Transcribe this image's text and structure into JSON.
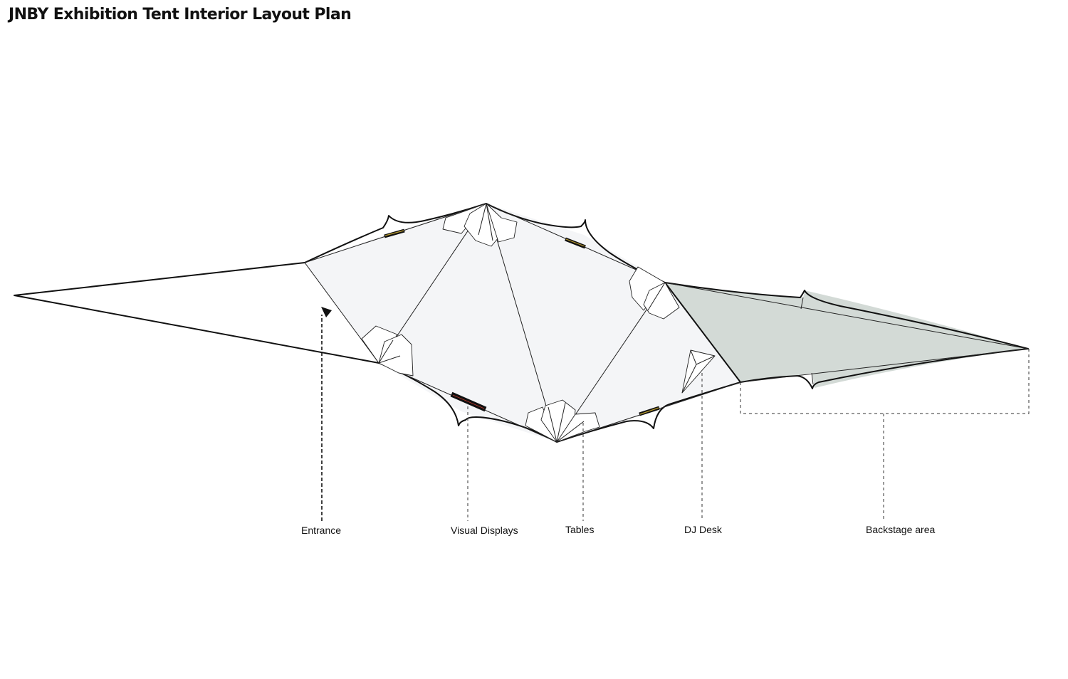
{
  "title": "JNBY Exhibition Tent Interior Layout Plan",
  "colors": {
    "outline": "#111111",
    "interior_fill": "#f4f5f7",
    "backstage_fill": "#d3dad6",
    "display_accent": "#b89a2e"
  },
  "callouts": [
    {
      "label": "Entrance"
    },
    {
      "label": "Visual Displays"
    },
    {
      "label": "Tables"
    },
    {
      "label": "DJ Desk"
    },
    {
      "label": "Backstage area"
    }
  ]
}
